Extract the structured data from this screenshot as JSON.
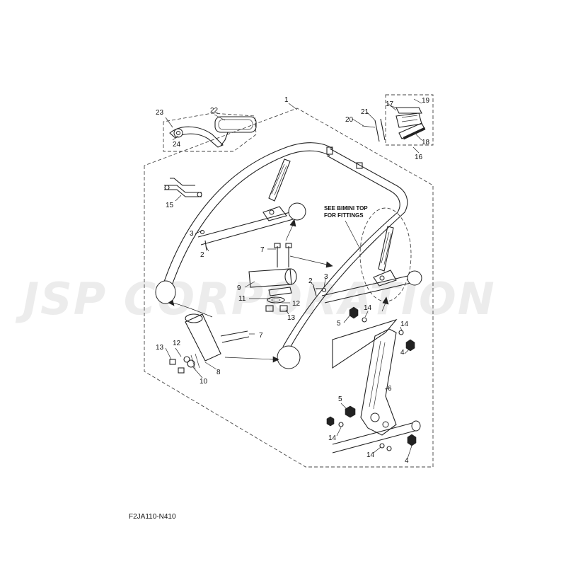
{
  "watermark": "JSP CORPORATION",
  "note": {
    "line1": "SEE BIMINI TOP",
    "line2": "FOR FITTINGS"
  },
  "diagram_code": "F2JA110-N410",
  "callouts": {
    "c1": "1",
    "c2a": "2",
    "c2b": "2",
    "c3a": "3",
    "c3b": "3",
    "c4a": "4",
    "c4b": "4",
    "c5a": "5",
    "c5b": "5",
    "c6": "6",
    "c7a": "7",
    "c7b": "7",
    "c8": "8",
    "c9": "9",
    "c10": "10",
    "c11": "11",
    "c12a": "12",
    "c12b": "12",
    "c13a": "13",
    "c13b": "13",
    "c14a": "14",
    "c14b": "14",
    "c14c": "14",
    "c14d": "14",
    "c15": "15",
    "c16": "16",
    "c17": "17",
    "c18": "18",
    "c19": "19",
    "c20": "20",
    "c21": "21",
    "c22": "22",
    "c23": "23",
    "c24": "24"
  }
}
